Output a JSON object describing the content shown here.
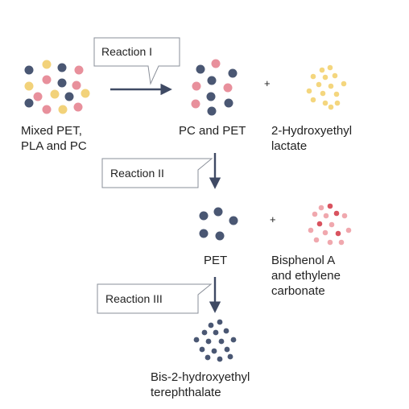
{
  "colors": {
    "navy": "#4a5773",
    "yellow": "#f2d27a",
    "pink": "#e8909c",
    "pale_yellow": "#f4d67e",
    "light_pink": "#f0a8ae",
    "red": "#d9535f",
    "arrow": "#3f4a64"
  },
  "reactions": {
    "r1": "Reaction I",
    "r2": "Reaction II",
    "r3": "Reaction III"
  },
  "labels": {
    "mixed_line1": "Mixed PET,",
    "mixed_line2": "PLA and PC",
    "pc_pet": "PC and PET",
    "hydroxyethyl_line1": "2-Hydroxyethyl",
    "hydroxyethyl_line2": "lactate",
    "pet": "PET",
    "bpa_line1": "Bisphenol A",
    "bpa_line2": "and ethylene",
    "bpa_line3": "carbonate",
    "bhet_line1": "Bis-2-hydroxyethyl",
    "bhet_line2": "terephthalate"
  },
  "plus": "+"
}
